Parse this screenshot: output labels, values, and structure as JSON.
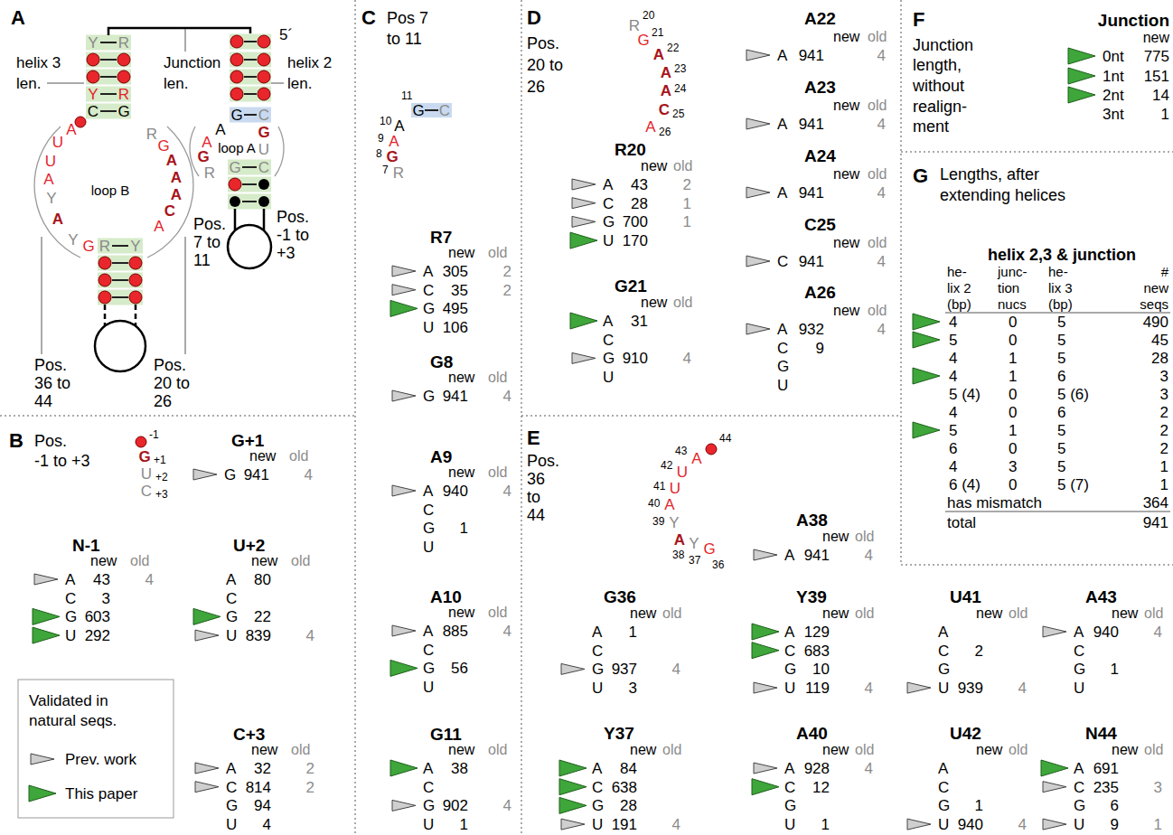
{
  "diagram": {
    "labels": [
      "A",
      "helix 3",
      "len.",
      "Junction",
      "len.",
      "helix 2",
      "len.",
      "5´",
      "Y",
      "R",
      "Y",
      "R",
      "C",
      "G",
      "G",
      "C",
      "A",
      "loop A",
      "A",
      "G",
      "R",
      "G",
      "U",
      "G",
      "C",
      "Pos.",
      "7 to",
      "11",
      "Pos.",
      "-1 to",
      "+3",
      "A",
      "U",
      "U",
      "A",
      "Y",
      "A",
      "Y",
      "G",
      "loop B",
      "R",
      "G",
      "A",
      "A",
      "A",
      "C",
      "A",
      "R",
      "Y",
      "Pos.",
      "36 to",
      "44",
      "Pos.",
      "20 to",
      "26",
      "B",
      "Pos.",
      "-1 to +3",
      "-1",
      "G",
      "+1",
      "U",
      "+2",
      "C",
      "+3",
      "G+1",
      "new",
      "old",
      "G",
      "941",
      "4",
      "N-1",
      "new",
      "old",
      "A",
      "43",
      "4",
      "C",
      "3",
      "G",
      "603",
      "U",
      "292",
      "U+2",
      "new",
      "old",
      "A",
      "80",
      "C",
      "G",
      "22",
      "U",
      "839",
      "4",
      "C+3",
      "new",
      "old",
      "A",
      "32",
      "2",
      "C",
      "814",
      "2",
      "G",
      "94",
      "U",
      "4",
      "Validated in",
      "natural seqs.",
      "C",
      "Pos 7",
      "to 11",
      "11",
      "G",
      "C",
      "10",
      "A",
      "9",
      "A",
      "8",
      "G",
      "7",
      "R",
      "R7",
      "new",
      "old",
      "A",
      "305",
      "2",
      "C",
      "35",
      "2",
      "G",
      "495",
      "U",
      "106",
      "G8",
      "new",
      "old",
      "G",
      "941",
      "4",
      "A9",
      "new",
      "old",
      "A",
      "940",
      "4",
      "C",
      "G",
      "1",
      "U",
      "A10",
      "new",
      "old",
      "A",
      "885",
      "4",
      "C",
      "G",
      "56",
      "U",
      "G11",
      "new",
      "old",
      "A",
      "38",
      "C",
      "G",
      "902",
      "4",
      "U",
      "1",
      "D",
      "Pos.",
      "20 to",
      "26",
      "R",
      "20",
      "G",
      "21",
      "A",
      "22",
      "A",
      "23",
      "A",
      "24",
      "C",
      "25",
      "A",
      "26",
      "R20",
      "new",
      "old",
      "A",
      "43",
      "2",
      "C",
      "28",
      "1",
      "G",
      "700",
      "1",
      "U",
      "170",
      "G21",
      "new",
      "old",
      "A",
      "31",
      "C",
      "G",
      "910",
      "4",
      "U",
      "A22",
      "new",
      "old",
      "A",
      "941",
      "4",
      "A23",
      "new",
      "old",
      "A",
      "941",
      "4",
      "A24",
      "new",
      "old",
      "A",
      "941",
      "4",
      "C25",
      "new",
      "old",
      "C",
      "941",
      "4",
      "A26",
      "new",
      "old",
      "A",
      "932",
      "4",
      "C",
      "9",
      "G",
      "U",
      "E",
      "Pos.",
      "36",
      "to",
      "44",
      "44",
      "43",
      "A",
      "42",
      "U",
      "41",
      "U",
      "40",
      "A",
      "39",
      "Y",
      "A",
      "38",
      "Y",
      "37",
      "G",
      "36",
      "A38",
      "new",
      "old",
      "A",
      "941",
      "4",
      "G36",
      "new",
      "old",
      "A",
      "1",
      "C",
      "G",
      "937",
      "4",
      "U",
      "3",
      "Y39",
      "new",
      "old",
      "A",
      "129",
      "C",
      "683",
      "G",
      "10",
      "U",
      "119",
      "4",
      "U41",
      "new",
      "old",
      "A",
      "C",
      "2",
      "G",
      "U",
      "939",
      "4",
      "A43",
      "new",
      "old",
      "A",
      "940",
      "4",
      "C",
      "G",
      "1",
      "U",
      "Y37",
      "new",
      "old",
      "A",
      "84",
      "C",
      "638",
      "G",
      "28",
      "U",
      "191",
      "4",
      "A40",
      "new",
      "old",
      "A",
      "928",
      "4",
      "C",
      "12",
      "G",
      "U",
      "1",
      "U42",
      "new",
      "old",
      "A",
      "C",
      "G",
      "1",
      "U",
      "940",
      "4",
      "N44",
      "new",
      "old",
      "A",
      "691",
      "C",
      "235",
      "3",
      "G",
      "6",
      "U",
      "9",
      "1",
      "F",
      "Junction",
      "length,",
      "without",
      "realign-",
      "ment",
      "Junction",
      "new",
      "0nt",
      "775",
      "1nt",
      "151",
      "2nt",
      "14",
      "3nt",
      "1",
      "G",
      "Lengths, after",
      "extending helices",
      "helix 2,3 & junction",
      "he-",
      "lix 2",
      "(bp)",
      "junc-",
      "tion",
      "nucs",
      "he-",
      "lix 3",
      "(bp)",
      "#",
      "new",
      "seqs",
      "4",
      "0",
      "5",
      "490",
      "5",
      "0",
      "5",
      "45",
      "4",
      "1",
      "5",
      "28",
      "4",
      "1",
      "6",
      "3",
      "5 (4)",
      "0",
      "5 (6)",
      "3",
      "4",
      "0",
      "6",
      "2",
      "5",
      "1",
      "5",
      "2",
      "6",
      "0",
      "5",
      "2",
      "4",
      "3",
      "5",
      "1",
      "6 (4)",
      "0",
      "5 (7)",
      "1",
      "has mismatch",
      "364",
      "total",
      "941"
    ],
    "legend": [
      {
        "text": "Prev. work"
      },
      {
        "text": "This paper"
      }
    ]
  }
}
